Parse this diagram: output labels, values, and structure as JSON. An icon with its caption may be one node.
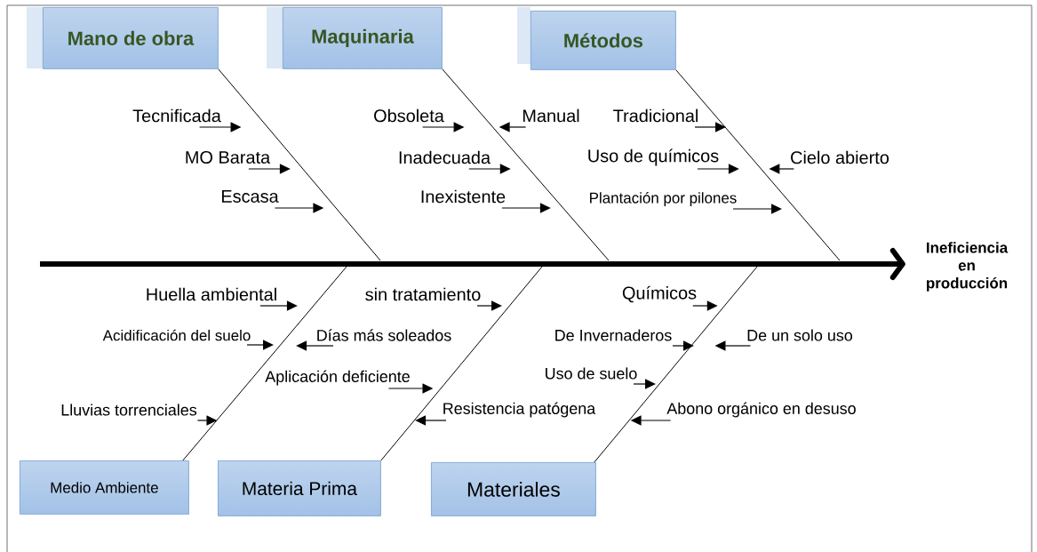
{
  "diagram": {
    "nodes": [
      {
        "text": [
          "Mano de obra"
        ]
      },
      {
        "text": [
          "Maquinaria"
        ]
      },
      {
        "text": [
          "Métodos"
        ]
      },
      {
        "text": [
          "Tecnificada"
        ]
      },
      {
        "text": [
          "Obsoleta"
        ]
      },
      {
        "text": [
          "Manual"
        ]
      },
      {
        "text": [
          "Tradicional"
        ]
      },
      {
        "text": [
          "MO Barata"
        ]
      },
      {
        "text": [
          "Inadecuada"
        ]
      },
      {
        "text": [
          "Uso de químicos"
        ]
      },
      {
        "text": [
          "Cielo abierto"
        ]
      },
      {
        "text": [
          "Escasa"
        ]
      },
      {
        "text": [
          "Inexistente"
        ]
      },
      {
        "text": [
          "Plantación por pilones"
        ]
      },
      {
        "text": [
          "Ineficiencia en producción"
        ]
      },
      {
        "text": [
          "Huella ambiental"
        ]
      },
      {
        "text": [
          "sin tratamiento"
        ]
      },
      {
        "text": [
          "Químicos"
        ]
      },
      {
        "text": [
          "Acidificación del suelo"
        ]
      },
      {
        "text": [
          "Días más soleados"
        ]
      },
      {
        "text": [
          "De Invernaderos"
        ]
      },
      {
        "text": [
          "De un solo uso"
        ]
      },
      {
        "text": [
          "Aplicación deficiente"
        ]
      },
      {
        "text": [
          "Uso de suelo"
        ]
      },
      {
        "text": [
          "Lluvias torrenciales"
        ]
      },
      {
        "text": [
          "Resistencia patógena"
        ]
      },
      {
        "text": [
          "Abono orgánico en desuso"
        ]
      },
      {
        "text": [
          "Medio Ambiente"
        ]
      },
      {
        "text": [
          "Materia Prima"
        ]
      },
      {
        "text": [
          "Materiales"
        ]
      }
    ],
    "edges": [
      {
        "from": 0,
        "to": null,
        "arrow": "none"
      },
      {
        "from": 1,
        "to": null,
        "arrow": "none"
      },
      {
        "from": 2,
        "to": null,
        "arrow": "none"
      },
      {
        "from": 27,
        "to": null,
        "arrow": "none"
      },
      {
        "from": 28,
        "to": null,
        "arrow": "none"
      },
      {
        "from": 29,
        "to": null,
        "arrow": "none"
      },
      {
        "from": null,
        "to": 14,
        "arrow": "to",
        "style": "thick"
      },
      {
        "from": 3,
        "to": null,
        "arrow": "to"
      },
      {
        "from": 4,
        "to": null,
        "arrow": "to"
      },
      {
        "from": 5,
        "to": null,
        "arrow": "to"
      },
      {
        "from": 6,
        "to": null,
        "arrow": "to"
      },
      {
        "from": 7,
        "to": null,
        "arrow": "to"
      },
      {
        "from": 8,
        "to": null,
        "arrow": "to"
      },
      {
        "from": 9,
        "to": null,
        "arrow": "to"
      },
      {
        "from": 10,
        "to": null,
        "arrow": "to"
      },
      {
        "from": 11,
        "to": null,
        "arrow": "to"
      },
      {
        "from": 12,
        "to": null,
        "arrow": "to"
      },
      {
        "from": 13,
        "to": null,
        "arrow": "to"
      },
      {
        "from": 15,
        "to": null,
        "arrow": "to"
      },
      {
        "from": 16,
        "to": null,
        "arrow": "to"
      },
      {
        "from": 17,
        "to": null,
        "arrow": "to"
      },
      {
        "from": 18,
        "to": null,
        "arrow": "to"
      },
      {
        "from": 19,
        "to": null,
        "arrow": "to"
      },
      {
        "from": 20,
        "to": null,
        "arrow": "to"
      },
      {
        "from": 21,
        "to": null,
        "arrow": "to"
      },
      {
        "from": 22,
        "to": null,
        "arrow": "to"
      },
      {
        "from": 23,
        "to": null,
        "arrow": "to"
      },
      {
        "from": 24,
        "to": null,
        "arrow": "to"
      },
      {
        "from": 25,
        "to": null,
        "arrow": "to"
      },
      {
        "from": 26,
        "to": null,
        "arrow": "to"
      }
    ]
  }
}
